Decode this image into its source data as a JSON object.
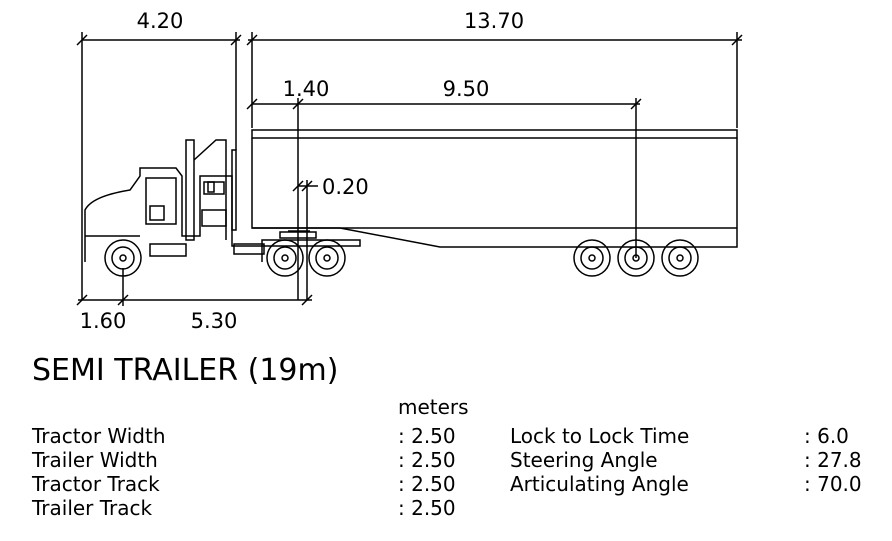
{
  "dimensions": {
    "front_overhang_to_cab": "4.20",
    "trailer_length": "13.70",
    "kingpin_offset": "1.40",
    "kingpin_to_axle": "9.50",
    "fifth_wheel_offset": "0.20",
    "front_overhang": "1.60",
    "wheelbase": "5.30"
  },
  "title": "SEMI TRAILER (19m)",
  "units_label": "meters",
  "specs_left": [
    {
      "label": "Tractor Width",
      "value": ": 2.50"
    },
    {
      "label": "Trailer Width",
      "value": ": 2.50"
    },
    {
      "label": "Tractor Track",
      "value": ": 2.50"
    },
    {
      "label": "Trailer Track",
      "value": ": 2.50"
    }
  ],
  "specs_right": [
    {
      "label": "Lock to Lock Time",
      "value": ": 6.0"
    },
    {
      "label": "Steering Angle",
      "value": ": 27.8"
    },
    {
      "label": "Articulating Angle",
      "value": ": 70.0"
    }
  ]
}
